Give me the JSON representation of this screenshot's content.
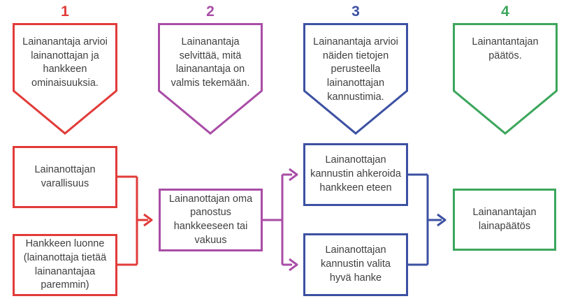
{
  "colors": {
    "step1_red": "#e13b39",
    "step2_magenta": "#a94da6",
    "step3_blue": "#3c51a2",
    "step4_green": "#3ca65c",
    "body_text": "#3f3f3f",
    "background": "#ffffff"
  },
  "steps": [
    {
      "number": "1",
      "text": "Lainanantaja arvioi lainanottajan ja hankkeen ominaisuuksia.",
      "color": "#e13b39"
    },
    {
      "number": "2",
      "text": "Lainanantaja selvittää, mitä lainanantaja on valmis tekemään.",
      "color": "#a94da6"
    },
    {
      "number": "3",
      "text": "Lainanantaja arvioi näiden tietojen perusteella lainanottajan kannustimia.",
      "color": "#3c51a2"
    },
    {
      "number": "4",
      "text": "Lainantantajan päätös.",
      "color": "#3ca65c"
    }
  ],
  "boxes": [
    {
      "text": "Lainanottajan varallisuus",
      "color": "#e13b39"
    },
    {
      "text": "Hankkeen luonne (lainanottaja tietää lainanantajaa paremmin)",
      "color": "#e13b39"
    },
    {
      "text": "Lainanottajan oma panostus hankkeeseen tai vakuus",
      "color": "#a94da6"
    },
    {
      "text": "Lainanottajan kannustin ahkeroida hankkeen eteen",
      "color": "#3c51a2"
    },
    {
      "text": "Lainanottajan kannustin valita hyvä hanke",
      "color": "#3c51a2"
    },
    {
      "text": "Lainanantajan lainapäätös",
      "color": "#3ca65c"
    }
  ]
}
